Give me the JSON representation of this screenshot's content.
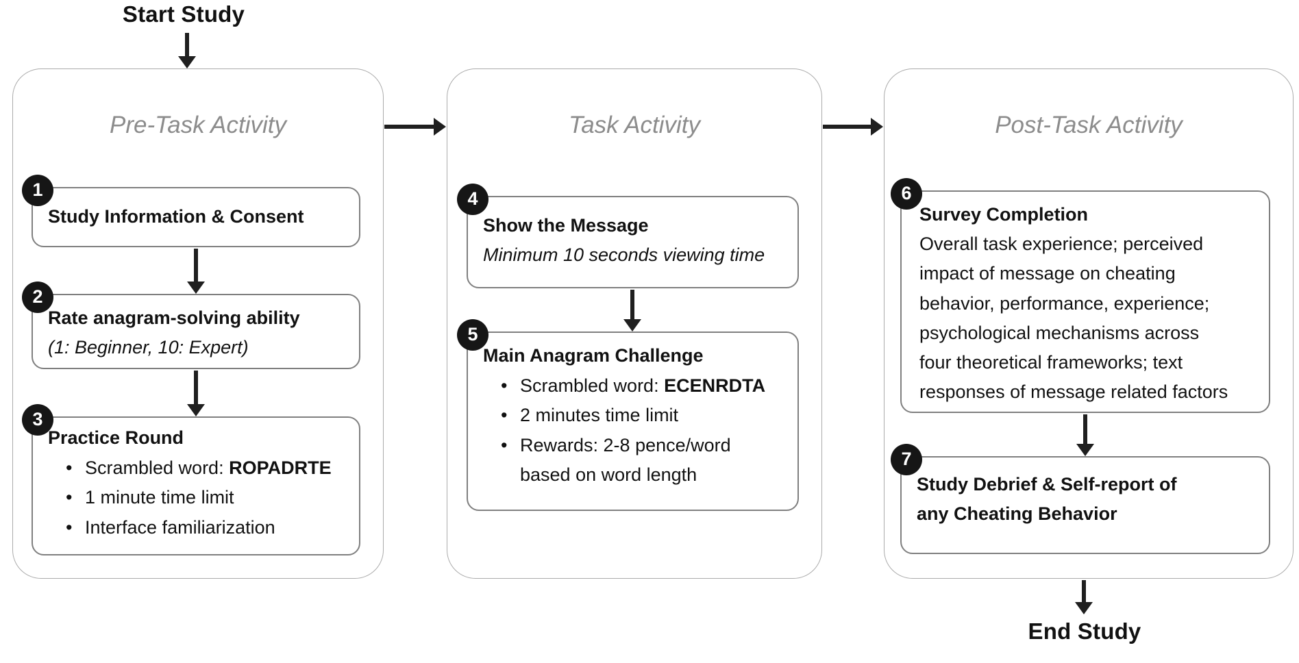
{
  "diagram": {
    "start_label": "Start Study",
    "end_label": "End Study",
    "colors": {
      "background": "#ffffff",
      "text": "#111111",
      "phase_title": "#8c8c8c",
      "container_border": "#ababab",
      "box_border": "#7f7f7f",
      "badge_bg": "#161616",
      "badge_text": "#ffffff",
      "arrow": "#1f1f1f"
    },
    "phases": [
      {
        "title": "Pre-Task Activity",
        "steps": [
          {
            "badge": "1",
            "title": "Study Information & Consent"
          },
          {
            "badge": "2",
            "title": "Rate anagram-solving ability",
            "subtitle": "(1: Beginner, 10: Expert)"
          },
          {
            "badge": "3",
            "title": "Practice Round",
            "bullets": [
              {
                "prefix": "Scrambled word: ",
                "bold": "ROPADRTE"
              },
              {
                "text": "1 minute time limit"
              },
              {
                "text": "Interface familiarization"
              }
            ]
          }
        ]
      },
      {
        "title": "Task Activity",
        "steps": [
          {
            "badge": "4",
            "title": "Show the Message",
            "subtitle": "Minimum 10 seconds viewing time"
          },
          {
            "badge": "5",
            "title": "Main Anagram Challenge",
            "bullets": [
              {
                "prefix": "Scrambled word: ",
                "bold": "ECENRDTA"
              },
              {
                "text": "2 minutes time limit"
              },
              {
                "text": "Rewards: 2-8 pence/word\nbased on word length"
              }
            ]
          }
        ]
      },
      {
        "title": "Post-Task Activity",
        "steps": [
          {
            "badge": "6",
            "title": "Survey Completion",
            "body": "Overall task experience; perceived\nimpact of message on cheating\nbehavior, performance, experience;\npsychological mechanisms across\nfour theoretical frameworks; text\nresponses of message related factors"
          },
          {
            "badge": "7",
            "title": "Study Debrief & Self-report of\nany Cheating Behavior"
          }
        ]
      }
    ]
  }
}
